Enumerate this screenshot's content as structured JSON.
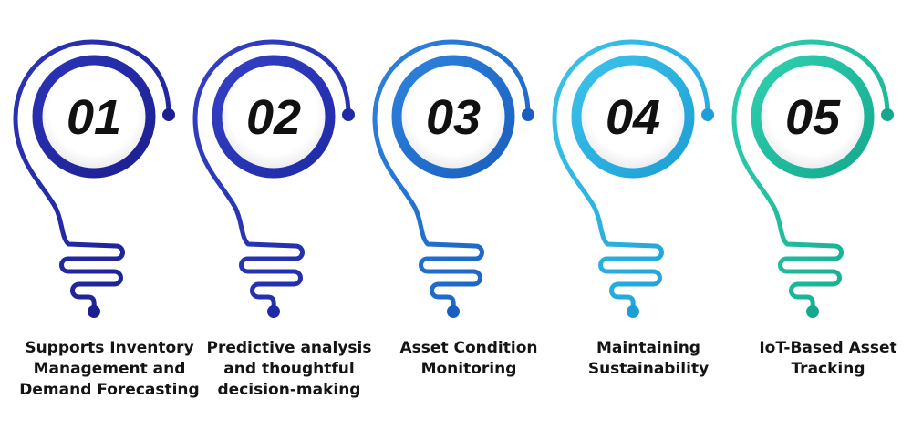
{
  "steps": [
    {
      "number": "01",
      "caption": "Supports Inventory\nManagement and\nDemand Forecasting",
      "color_dark": "#1b1f8f",
      "color_light": "#2b34b8"
    },
    {
      "number": "02",
      "caption": "Predictive analysis\nand thoughtful\ndecision-making",
      "color_dark": "#1f2aa6",
      "color_light": "#3440c6"
    },
    {
      "number": "03",
      "caption": "Asset Condition\nMonitoring",
      "color_dark": "#1a5fc0",
      "color_light": "#2d82dc"
    },
    {
      "number": "04",
      "caption": "Maintaining\nSustainability",
      "color_dark": "#1c9fd6",
      "color_light": "#3cc3ea"
    },
    {
      "number": "05",
      "caption": "IoT-Based Asset\nTracking",
      "color_dark": "#14a98e",
      "color_light": "#2fd0b0"
    }
  ]
}
